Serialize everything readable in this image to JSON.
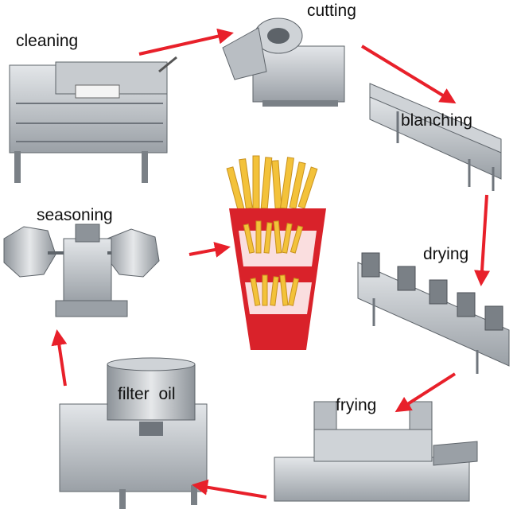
{
  "steps": {
    "cleaning": "cleaning",
    "cutting": "cutting",
    "blanching": "blanching",
    "drying": "drying",
    "frying": "frying",
    "filter_oil": "filter oil",
    "seasoning": "seasoning"
  },
  "colors": {
    "arrow": "#e8202a",
    "steel_light": "#d9dcdf",
    "steel_mid": "#a9aeb4",
    "steel_dark": "#6f757c",
    "cup_red": "#d9222a",
    "fries": "#f3c23a"
  }
}
